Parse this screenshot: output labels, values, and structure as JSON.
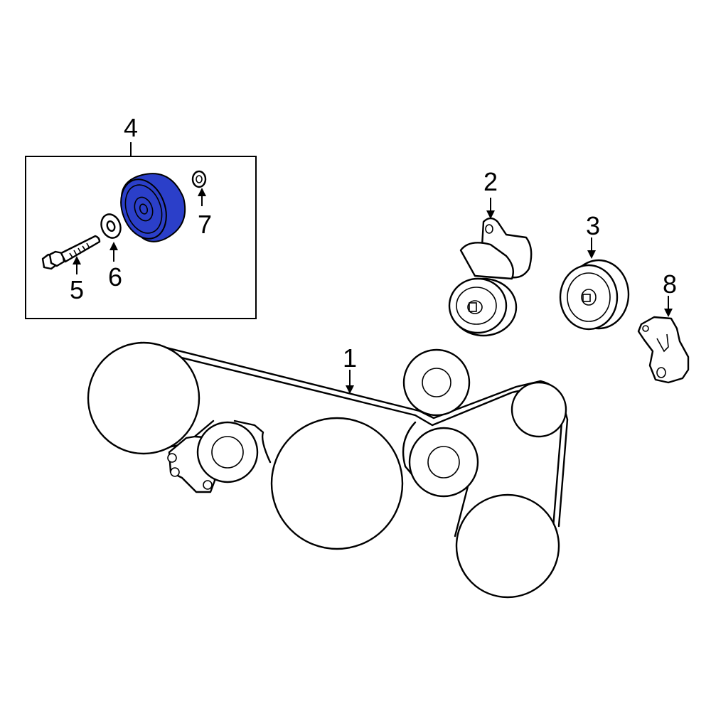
{
  "callouts": {
    "belt": "1",
    "tensioner": "2",
    "idler_pulley": "3",
    "pulley_kit": "4",
    "bolt": "5",
    "washer": "6",
    "dust_cap": "7",
    "bracket": "8"
  },
  "colors": {
    "highlight": "#2B3FC9",
    "line": "#000000",
    "background": "#FFFFFF"
  }
}
